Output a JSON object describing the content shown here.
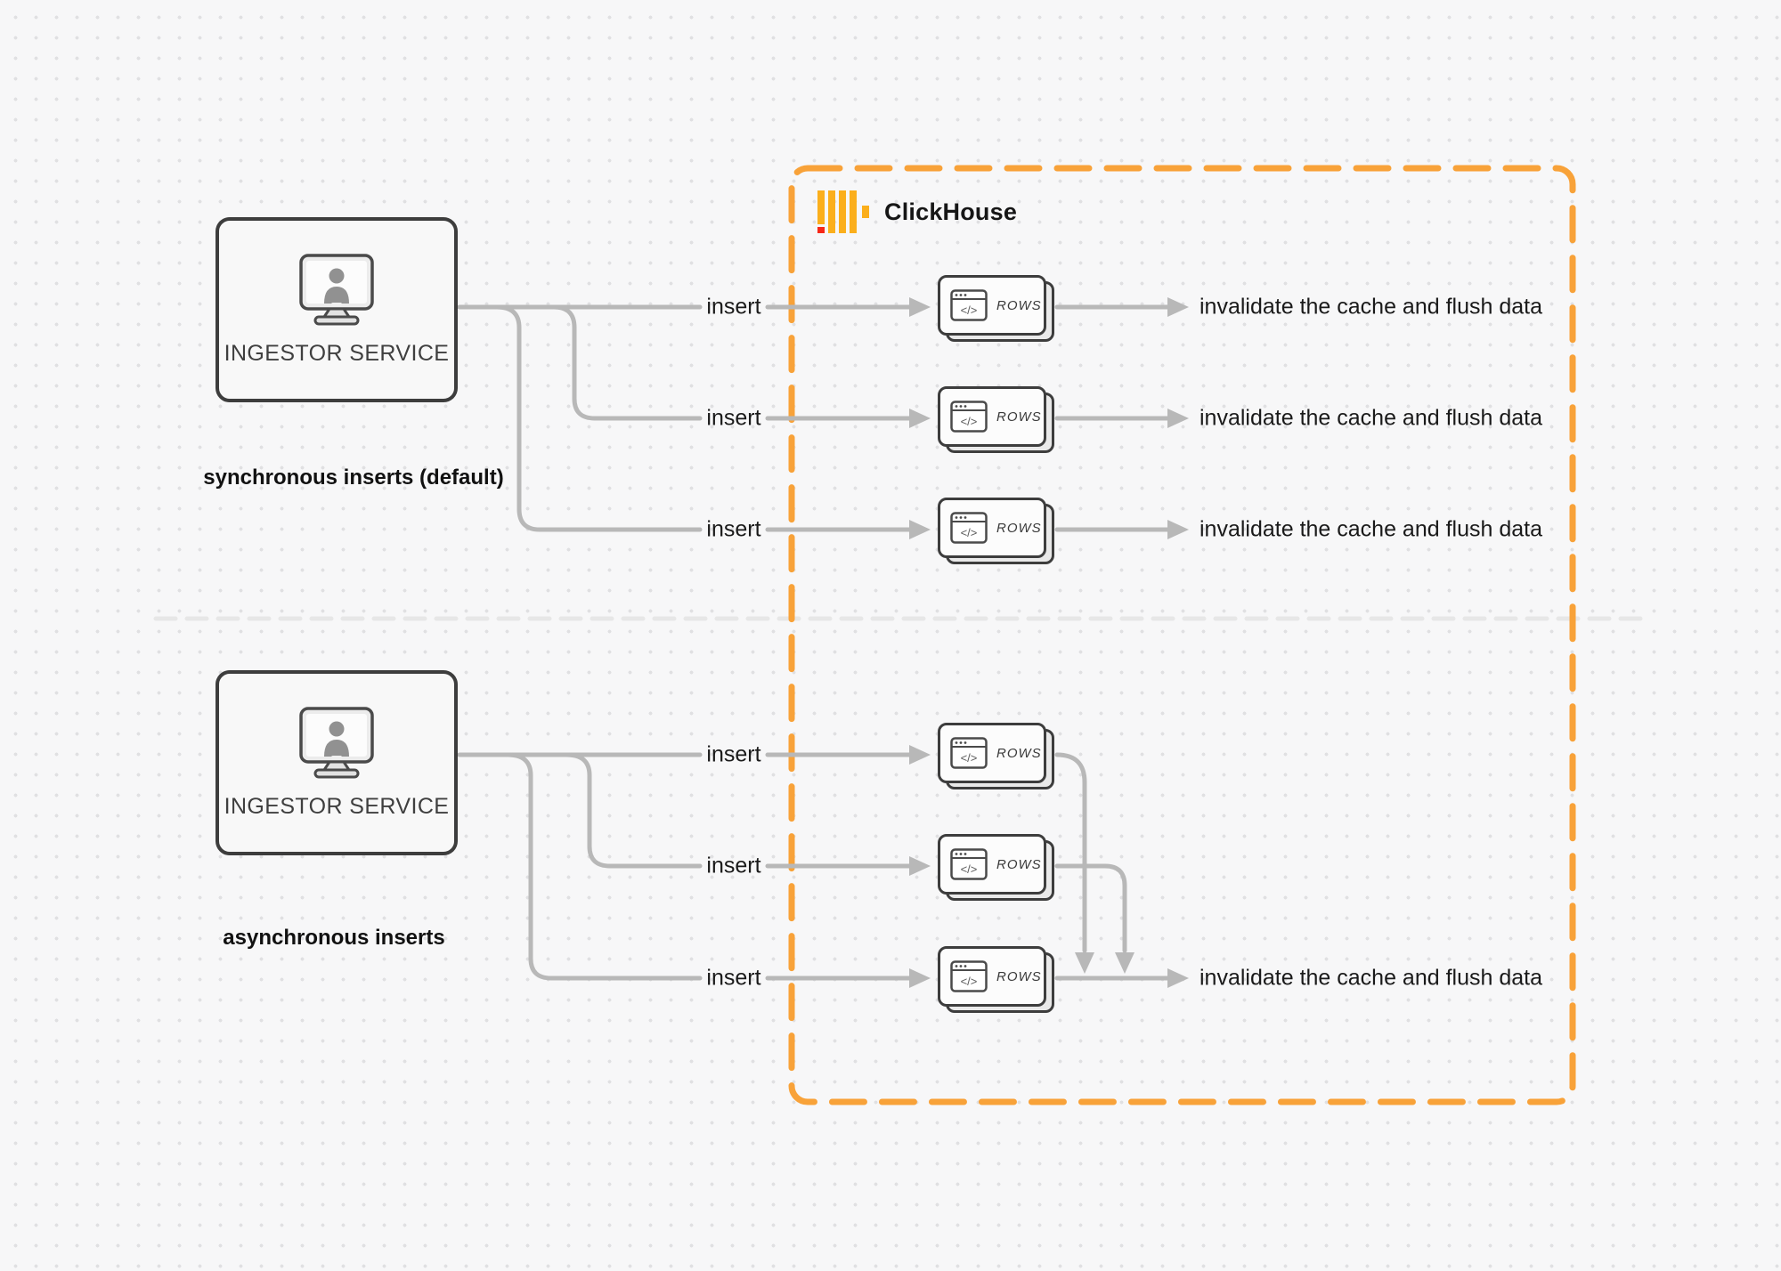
{
  "clickhouse": {
    "name": "ClickHouse"
  },
  "sync": {
    "service": "INGESTOR SERVICE",
    "caption": "synchronous inserts (default)",
    "rows": [
      {
        "insert": "insert",
        "node": "ROWS",
        "result": "invalidate the cache and flush data"
      },
      {
        "insert": "insert",
        "node": "ROWS",
        "result": "invalidate the cache and flush data"
      },
      {
        "insert": "insert",
        "node": "ROWS",
        "result": "invalidate the cache and flush data"
      }
    ]
  },
  "async": {
    "service": "INGESTOR SERVICE",
    "caption": "asynchronous inserts",
    "rows": [
      {
        "insert": "insert",
        "node": "ROWS"
      },
      {
        "insert": "insert",
        "node": "ROWS"
      },
      {
        "insert": "insert",
        "node": "ROWS",
        "result": "invalidate the cache and flush data"
      }
    ]
  },
  "icons": {
    "code_glyph": "</>",
    "monitor_user": "monitor-with-user-icon",
    "browser": "browser-code-icon",
    "clickhouse_logo": "clickhouse-bars-icon"
  },
  "colors": {
    "accent_orange": "#F8A239",
    "logo_yellow": "#FBAF1C",
    "logo_red": "#F72717",
    "connector_gray": "#B8B8B8",
    "divider_gray": "#E7E7E7",
    "border_dark": "#3D3D3D"
  }
}
